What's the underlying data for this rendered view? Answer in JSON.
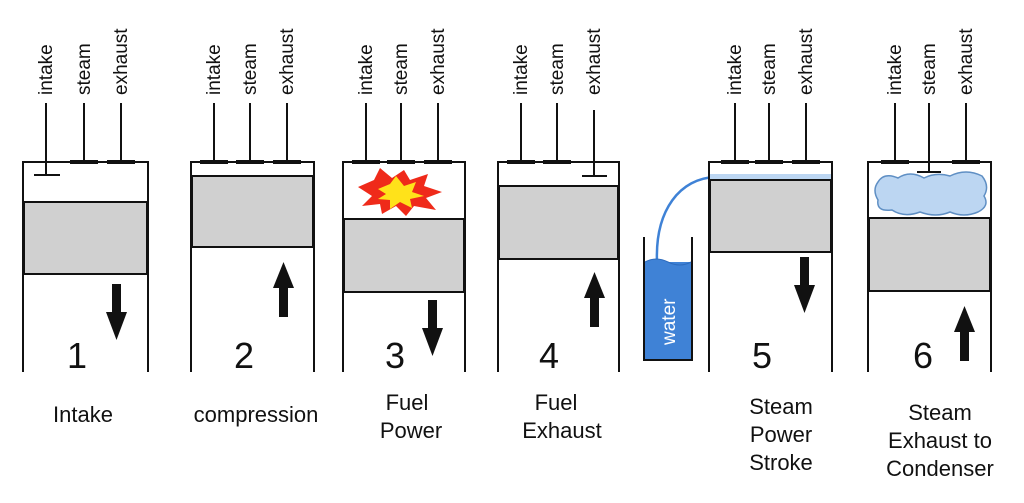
{
  "stages": [
    {
      "number": "1",
      "caption": [
        "Intake"
      ],
      "valve_labels": [
        "intake",
        "steam",
        "exhaust"
      ],
      "piston_motion": "down",
      "open_valve": "intake"
    },
    {
      "number": "2",
      "caption": [
        "compression"
      ],
      "valve_labels": [
        "intake",
        "steam",
        "exhaust"
      ],
      "piston_motion": "up",
      "open_valve": ""
    },
    {
      "number": "3",
      "caption": [
        "Fuel",
        "Power"
      ],
      "valve_labels": [
        "intake",
        "steam",
        "exhaust"
      ],
      "piston_motion": "down",
      "open_valve": ""
    },
    {
      "number": "4",
      "caption": [
        "Fuel",
        "Exhaust"
      ],
      "valve_labels": [
        "intake",
        "steam",
        "exhaust"
      ],
      "piston_motion": "up",
      "open_valve": "exhaust"
    },
    {
      "number": "5",
      "caption": [
        "Steam",
        "Power",
        "Stroke"
      ],
      "valve_labels": [
        "intake",
        "steam",
        "exhaust"
      ],
      "piston_motion": "down",
      "open_valve": ""
    },
    {
      "number": "6",
      "caption": [
        "Steam",
        "Exhaust to",
        "Condenser"
      ],
      "valve_labels": [
        "intake",
        "steam",
        "exhaust"
      ],
      "piston_motion": "up",
      "open_valve": "steam"
    }
  ],
  "water_label": "water",
  "colors": {
    "line": "#111111",
    "piston": "#d0d0d0",
    "water": "#3f82d6",
    "steam_cloud": "#bcd6f2",
    "explosion_outer": "#ef2a1a",
    "explosion_inner": "#ffe21a"
  }
}
